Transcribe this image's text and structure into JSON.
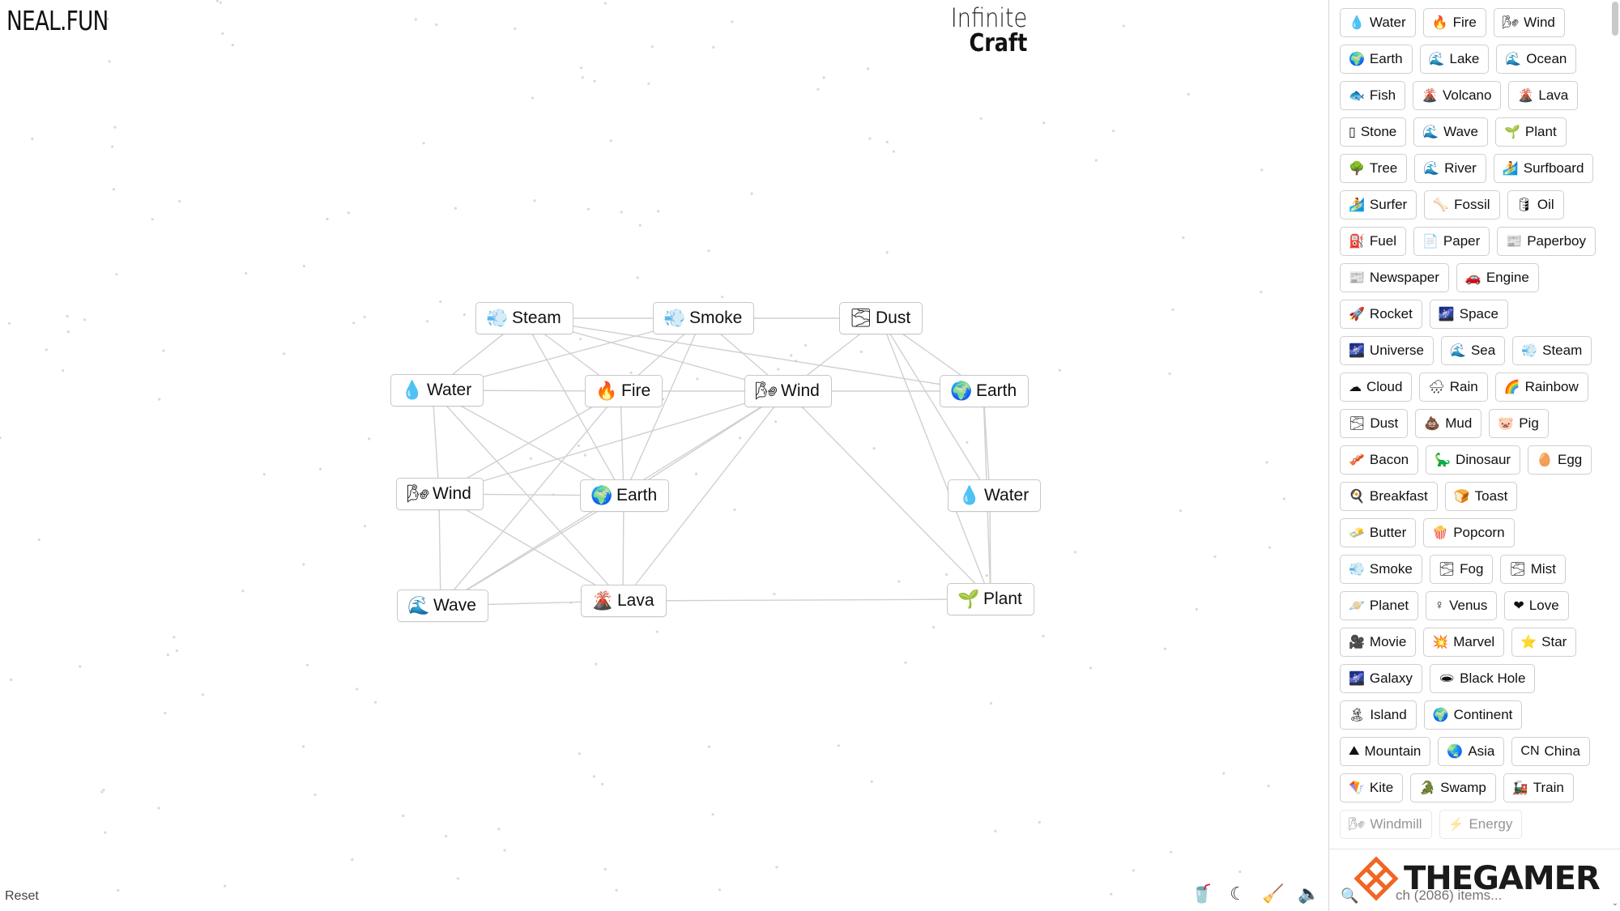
{
  "header": {
    "logo": "NEAL.FUN",
    "brand_line1": "Infinite",
    "brand_line2": "Craft"
  },
  "canvas_nodes": [
    {
      "label": "Steam",
      "icon": "💨"
    },
    {
      "label": "Smoke",
      "icon": "💨"
    },
    {
      "label": "Dust",
      "icon": "🌫"
    },
    {
      "label": "Water",
      "icon": "💧"
    },
    {
      "label": "Fire",
      "icon": "🔥"
    },
    {
      "label": "Wind",
      "icon": "🌬"
    },
    {
      "label": "Earth",
      "icon": "🌍"
    },
    {
      "label": "Wind",
      "icon": "🌬"
    },
    {
      "label": "Earth",
      "icon": "🌍"
    },
    {
      "label": "Water",
      "icon": "💧"
    },
    {
      "label": "Wave",
      "icon": "🌊"
    },
    {
      "label": "Lava",
      "icon": "🌋"
    },
    {
      "label": "Plant",
      "icon": "🌱"
    }
  ],
  "footer": {
    "reset_label": "Reset"
  },
  "toolbar": {
    "icons": [
      "🥤",
      "☾",
      "🧹",
      "🔈"
    ]
  },
  "sidebar": {
    "items": [
      {
        "label": "Water",
        "icon": "💧"
      },
      {
        "label": "Fire",
        "icon": "🔥"
      },
      {
        "label": "Wind",
        "icon": "🌬"
      },
      {
        "label": "Earth",
        "icon": "🌍"
      },
      {
        "label": "Lake",
        "icon": "🌊"
      },
      {
        "label": "Ocean",
        "icon": "🌊"
      },
      {
        "label": "Fish",
        "icon": "🐟"
      },
      {
        "label": "Volcano",
        "icon": "🌋"
      },
      {
        "label": "Lava",
        "icon": "🌋"
      },
      {
        "label": "Stone",
        "icon": "▯"
      },
      {
        "label": "Wave",
        "icon": "🌊"
      },
      {
        "label": "Plant",
        "icon": "🌱"
      },
      {
        "label": "Tree",
        "icon": "🌳"
      },
      {
        "label": "River",
        "icon": "🌊"
      },
      {
        "label": "Surfboard",
        "icon": "🏄"
      },
      {
        "label": "Surfer",
        "icon": "🏄"
      },
      {
        "label": "Fossil",
        "icon": "🦴"
      },
      {
        "label": "Oil",
        "icon": "🛢"
      },
      {
        "label": "Fuel",
        "icon": "⛽"
      },
      {
        "label": "Paper",
        "icon": "📄"
      },
      {
        "label": "Paperboy",
        "icon": "📰"
      },
      {
        "label": "Newspaper",
        "icon": "📰"
      },
      {
        "label": "Engine",
        "icon": "🚗"
      },
      {
        "label": "Rocket",
        "icon": "🚀"
      },
      {
        "label": "Space",
        "icon": "🌌"
      },
      {
        "label": "Universe",
        "icon": "🌌"
      },
      {
        "label": "Sea",
        "icon": "🌊"
      },
      {
        "label": "Steam",
        "icon": "💨"
      },
      {
        "label": "Cloud",
        "icon": "☁"
      },
      {
        "label": "Rain",
        "icon": "🌧"
      },
      {
        "label": "Rainbow",
        "icon": "🌈"
      },
      {
        "label": "Dust",
        "icon": "🌫"
      },
      {
        "label": "Mud",
        "icon": "💩"
      },
      {
        "label": "Pig",
        "icon": "🐷"
      },
      {
        "label": "Bacon",
        "icon": "🥓"
      },
      {
        "label": "Dinosaur",
        "icon": "🦕"
      },
      {
        "label": "Egg",
        "icon": "🥚"
      },
      {
        "label": "Breakfast",
        "icon": "🍳"
      },
      {
        "label": "Toast",
        "icon": "🍞"
      },
      {
        "label": "Butter",
        "icon": "🧈"
      },
      {
        "label": "Popcorn",
        "icon": "🍿"
      },
      {
        "label": "Smoke",
        "icon": "💨"
      },
      {
        "label": "Fog",
        "icon": "🌫"
      },
      {
        "label": "Mist",
        "icon": "🌫"
      },
      {
        "label": "Planet",
        "icon": "🪐"
      },
      {
        "label": "Venus",
        "icon": "♀"
      },
      {
        "label": "Love",
        "icon": "❤"
      },
      {
        "label": "Movie",
        "icon": "🎥"
      },
      {
        "label": "Marvel",
        "icon": "💥"
      },
      {
        "label": "Star",
        "icon": "⭐"
      },
      {
        "label": "Galaxy",
        "icon": "🌌"
      },
      {
        "label": "Black Hole",
        "icon": "🕳"
      },
      {
        "label": "Island",
        "icon": "🏝"
      },
      {
        "label": "Continent",
        "icon": "🌍"
      },
      {
        "label": "Mountain",
        "icon": "⛰"
      },
      {
        "label": "Asia",
        "icon": "🌏"
      },
      {
        "label": "China",
        "icon": "CN"
      },
      {
        "label": "Kite",
        "icon": "🪁"
      },
      {
        "label": "Swamp",
        "icon": "🐊"
      },
      {
        "label": "Train",
        "icon": "🚂"
      },
      {
        "label": "Windmill",
        "icon": "🌬"
      },
      {
        "label": "Energy",
        "icon": "⚡"
      }
    ],
    "search_placeholder": "ch (2086) items...",
    "watermark": "THEGAMER"
  }
}
